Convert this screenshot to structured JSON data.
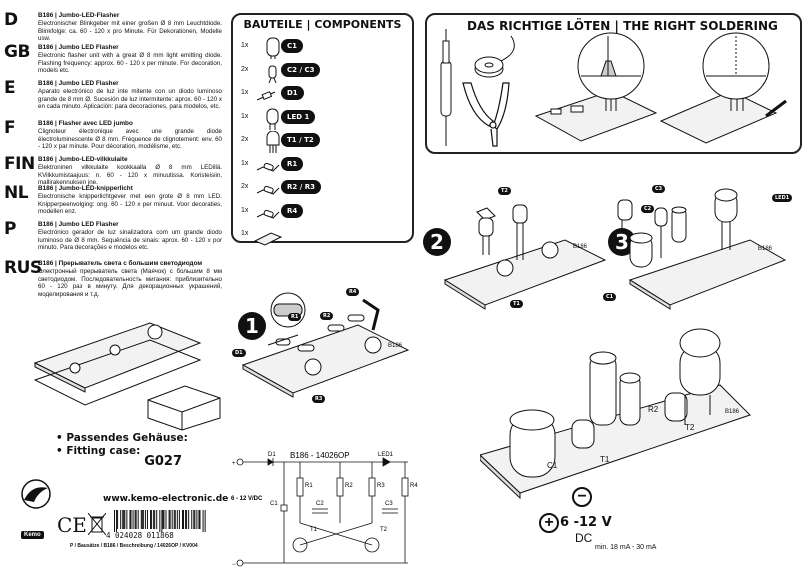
{
  "languages": [
    {
      "code": "D",
      "title": "B186 | Jumbo-LED-Flasher",
      "text": "Electronischer Blinkgeber mit einer großen Ø 8 mm Leuchtdiode. Blinkfolge: ca. 60 - 120 x pro Minute. Für Dekorationen, Modelle usw."
    },
    {
      "code": "GB",
      "title": "B186 | Jumbo LED Flasher",
      "text": "Electronic flasher unit with a great Ø 8 mm light emitting diode. Flashing frequency: approx. 60 - 120 x per minute. For decoration, models etc."
    },
    {
      "code": "E",
      "title": "B186 | Jumbo LED Flasher",
      "text": "Aparato electrónico de luz inte mitente con un diodo luminoso grande de 8 mm Ø. Sucesión de luz intermitente: aprox. 60 - 120 x en cada minuto. Aplicación: para decoraciones, para modelos, etc."
    },
    {
      "code": "F",
      "title": "B186 | Flasher avec LED jumbo",
      "text": "Clignoteur électronique avec une grande diode électroluminescente Ø 8 mm. Fréquence de clignotement: env. 60 - 120 x par minute. Pour décoration, modélisme, etc."
    },
    {
      "code": "FIN",
      "title": "B186 | Jumbo-LED-vilkkulaite",
      "text": "Elektroninen vilkkulaite kookkaalla Ø 8 mm LEDillä. KVilkkumistaajuus: n. 60 - 120 x minuutissa. Koristeisiin, mallirakennuksen jne."
    },
    {
      "code": "NL",
      "title": "B186 | Jumbo-LED-knipperlicht",
      "text": "Electronische knipperlichtgever met een grote Ø 8 mm LED. Knipperpeenvolging: ong. 60 - 120 x per minuut. Voor decoraties, modellen enz."
    },
    {
      "code": "P",
      "title": "B186 | Jumbo LED Flasher",
      "text": "Electrónico gerador de luz sinalizadora com um grande diodo luminoso de Ø 8 mm. Sequência de sinais: aprox. 60 - 120 x por minuto. Para decorações e modelos etc."
    },
    {
      "code": "RUS",
      "title": "B186 | Прерыватель света с большим светодиодом",
      "text": "Электронный прерыватель света (Маячок) с большим 8 мм светодиодом. Последовательность мигания: приблизительно 60 - 120 раз в минуту. Для декорационных украшений, моделирования и т.д."
    }
  ],
  "components": {
    "title": "BAUTEILE | COMPONENTS",
    "rows": [
      {
        "qty": "1x",
        "label": "C1",
        "icon": "electrolytic-capacitor-large-icon"
      },
      {
        "qty": "2x",
        "label": "C2 / C3",
        "icon": "electrolytic-capacitor-small-icon"
      },
      {
        "qty": "1x",
        "label": "D1",
        "icon": "diode-icon"
      },
      {
        "qty": "1x",
        "label": "LED 1",
        "icon": "led-icon"
      },
      {
        "qty": "2x",
        "label": "T1 / T2",
        "icon": "transistor-icon"
      },
      {
        "qty": "1x",
        "label": "R1",
        "icon": "resistor-icon"
      },
      {
        "qty": "2x",
        "label": "R2 / R3",
        "icon": "resistor-icon"
      },
      {
        "qty": "1x",
        "label": "R4",
        "icon": "resistor-icon"
      },
      {
        "qty": "1x",
        "label": "",
        "icon": "pcb-icon"
      }
    ]
  },
  "soldering": {
    "title": "DAS RICHTIGE LÖTEN | THE RIGHT SOLDERING"
  },
  "steps": {
    "step1": {
      "num": "1",
      "labels": [
        "D1",
        "R1",
        "R2",
        "R3",
        "R4"
      ]
    },
    "step2": {
      "num": "2",
      "labels": [
        "T2",
        "T1"
      ]
    },
    "step3": {
      "num": "3",
      "labels": [
        "C3",
        "C2",
        "C1",
        "LED1"
      ]
    }
  },
  "pcb_label": "B186",
  "assembled": {
    "labels": [
      "C1",
      "T1",
      "R2",
      "T2"
    ],
    "voltage": "6 -12 V",
    "dc": "DC",
    "current": "min. 18 mA - 30 mA",
    "plus": "+",
    "minus": "−"
  },
  "fitting": {
    "line1": "Passendes Gehäuse:",
    "line2": "Fitting case:",
    "case": "G027"
  },
  "schematic": {
    "title": "B186 - 14026OP",
    "plus": "+",
    "minus": "−",
    "voltage": "6 - 12 V/DC",
    "parts": [
      "D1",
      "LED1",
      "R1",
      "R2",
      "R3",
      "R4",
      "C1",
      "C2",
      "C3",
      "T1",
      "T2"
    ]
  },
  "website": "www.kemo-electronic.de",
  "barcode": {
    "digits": "4 024028 011868"
  },
  "footer": "P / Bausätze / B186 / Beschreibung / 14026OP / KV004",
  "brand": "Kemo",
  "ce": "CE",
  "colors": {
    "ink": "#111111",
    "paper": "#ffffff",
    "board": "#f2f2f2"
  }
}
